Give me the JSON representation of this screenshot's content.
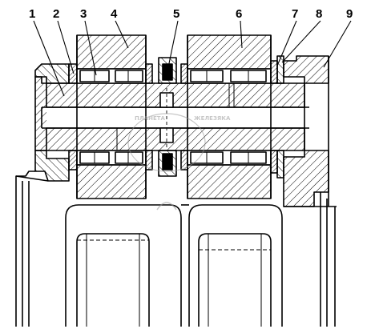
{
  "callouts": [
    {
      "label": "1"
    },
    {
      "label": "2"
    },
    {
      "label": "3"
    },
    {
      "label": "4"
    },
    {
      "label": "5"
    },
    {
      "label": "6"
    },
    {
      "label": "7"
    },
    {
      "label": "8"
    },
    {
      "label": "9"
    }
  ],
  "watermark": {
    "line1": "ПЛАНЕТА",
    "line2": "ЖЕЛЕЗЯКА"
  },
  "colors": {
    "ink": "#000000",
    "paper": "#ffffff",
    "watermark": "#9a9a9a"
  }
}
